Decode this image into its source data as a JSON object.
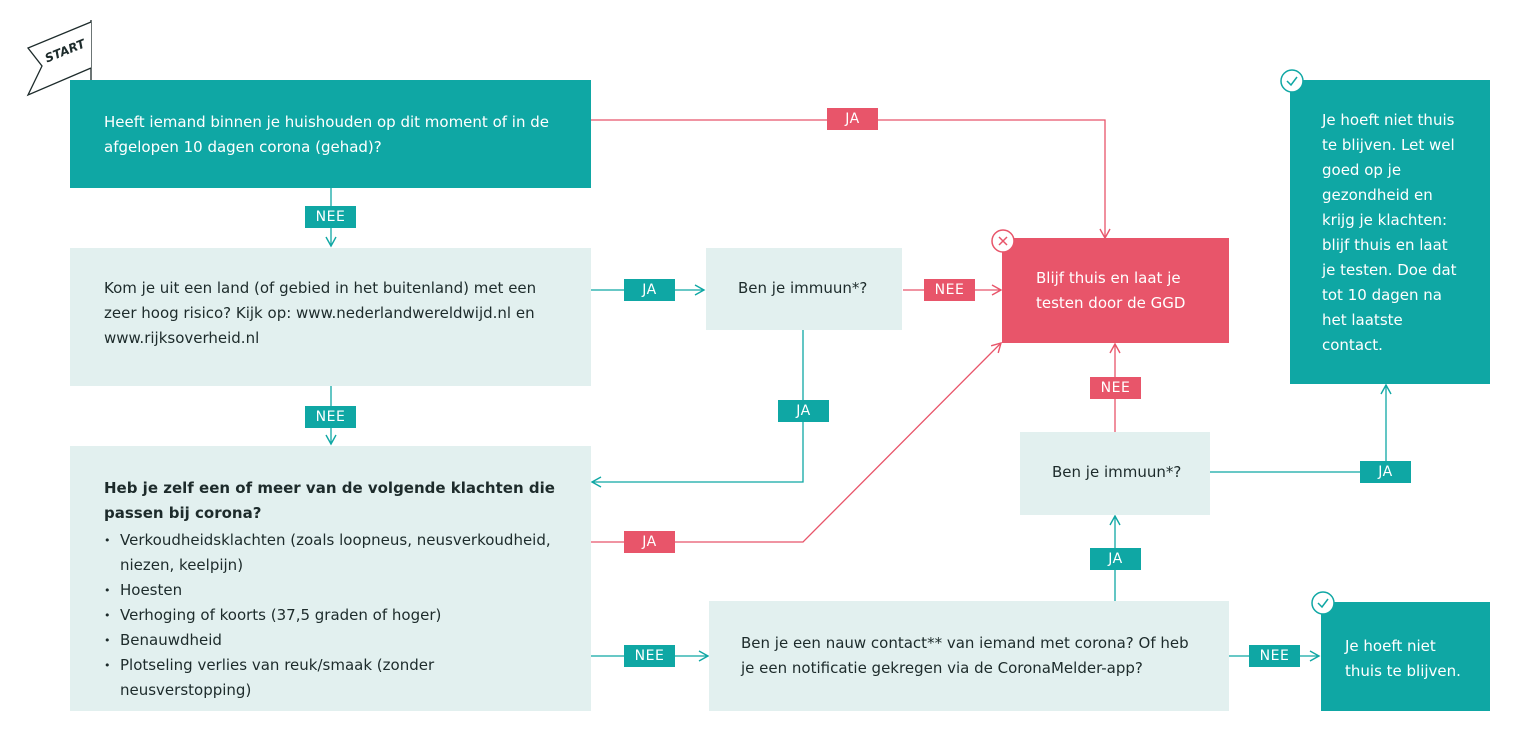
{
  "start_label": "START",
  "boxes": {
    "q1": "Heeft iemand binnen je huishouden op dit moment of in de afgelopen 10 dagen corona (gehad)?",
    "q2": "Kom je uit een land (of gebied in het buitenland) met een zeer hoog risico? Kijk op: www.nederlandwereldwijd.nl en www.rijksoverheid.nl",
    "q3_title": "Heb je zelf een of meer van de volgende klachten die passen bij corona?",
    "q3_items": [
      "Verkoudheidsklachten (zoals loopneus, neusverkoudheid, niezen, keelpijn)",
      "Hoesten",
      "Verhoging of koorts (37,5 graden of hoger)",
      "Benauwdheid",
      "Plotseling verlies van reuk/smaak (zonder neusverstopping)"
    ],
    "q4": "Ben je een nauw contact** van iemand met corona? Of heb je een notificatie gekregen via de CoronaMelder-app?",
    "immune1": "Ben je immuun*?",
    "immune2": "Ben je immuun*?",
    "stay_home": "Blijf thuis en laat je testen door de GGD",
    "no_home_watch": "Je hoeft niet thuis te blijven. Let wel goed op je gezondheid en krijg je klachten: blijf thuis en laat je testen. Doe dat tot 10 dagen na het laatste contact.",
    "no_home": "Je hoeft niet thuis te blijven."
  },
  "labels": {
    "ja": "JA",
    "nee": "NEE"
  },
  "colors": {
    "teal": "#0fa7a4",
    "pale": "#e2f0ef",
    "red": "#e8556a"
  },
  "icons": {
    "start": "start-flag-icon",
    "error": "x-circle-icon",
    "ok": "check-circle-icon"
  }
}
